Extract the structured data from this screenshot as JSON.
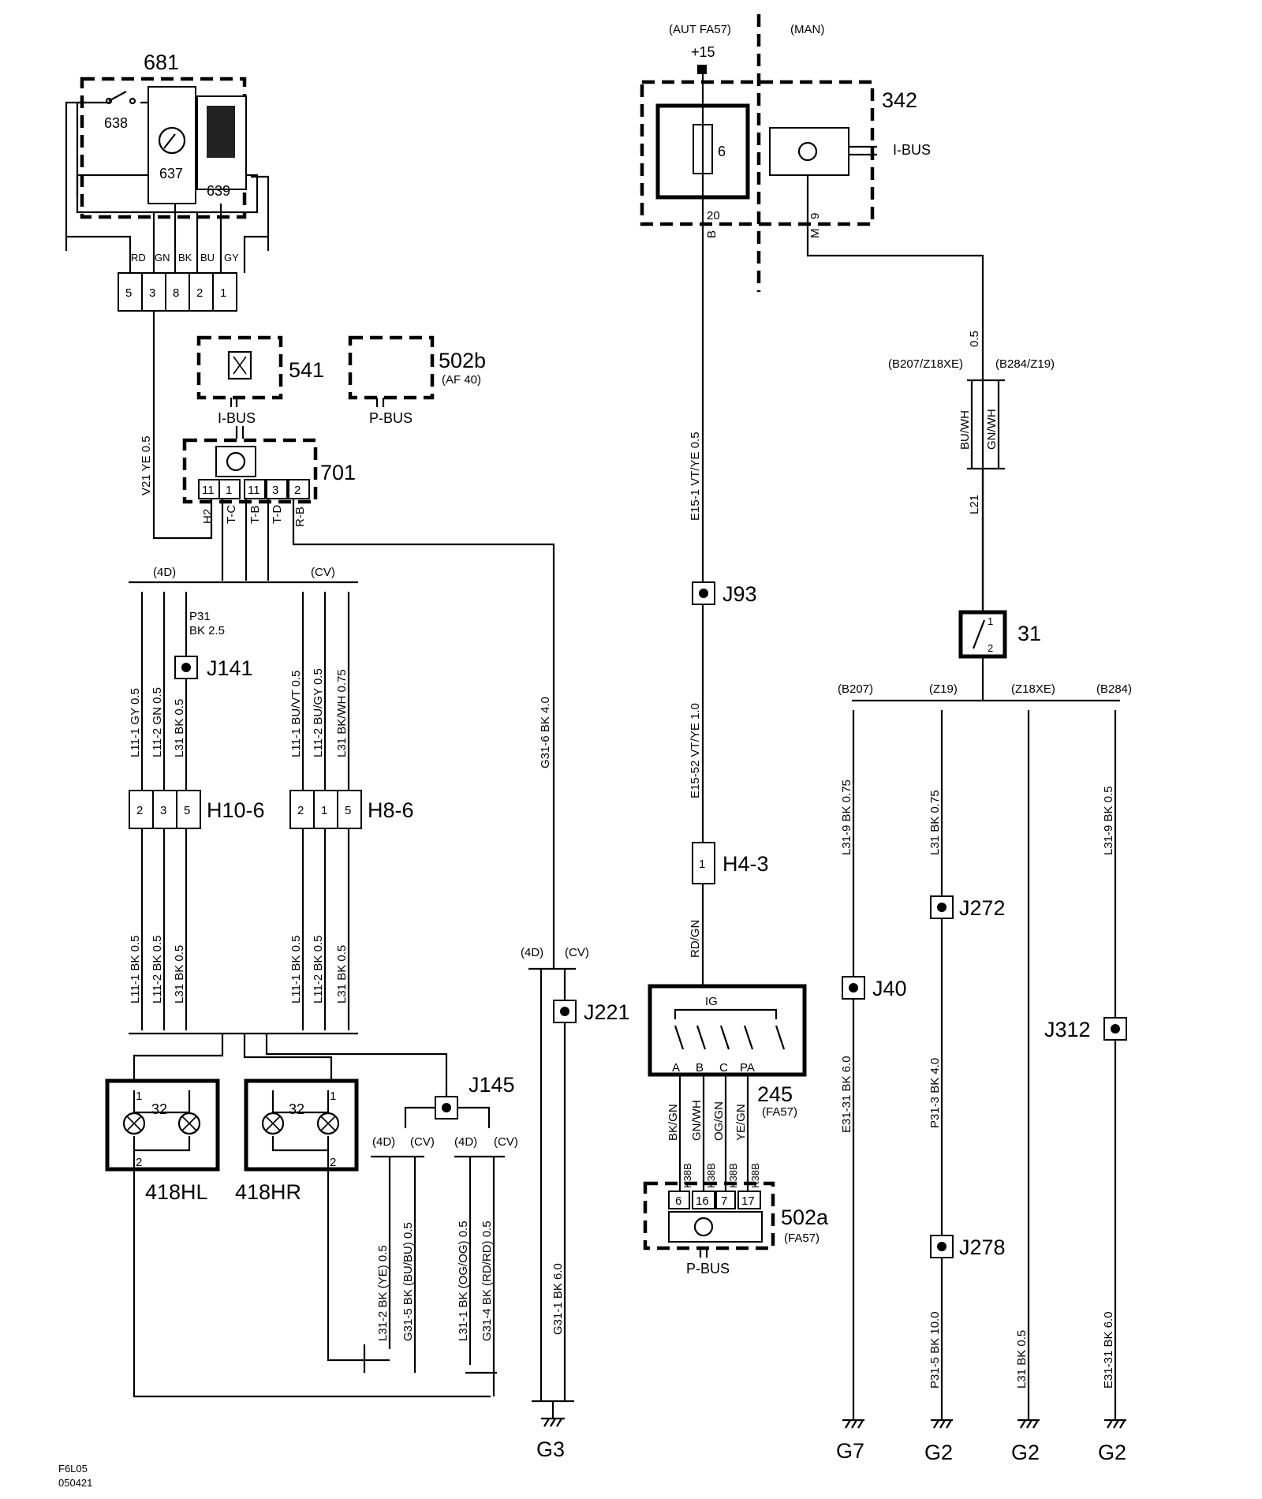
{
  "footer": {
    "code": "F6L05",
    "date": "050421"
  },
  "left": {
    "c681": "681",
    "c638": "638",
    "c637": "637",
    "c639": "639",
    "wires_top": [
      "RD",
      "GN",
      "BK",
      "BU",
      "GY"
    ],
    "conn_pins": [
      "5",
      "3",
      "8",
      "2",
      "1"
    ],
    "c541": "541",
    "c502b": "502b",
    "c502b_sub": "(AF 40)",
    "ibus": "I-BUS",
    "pbus": "P-BUS",
    "c701": "701",
    "v21": "V21  YE  0.5",
    "pins701": [
      "11",
      "1",
      "11",
      "3",
      "2"
    ],
    "sig701": [
      "H2",
      "T-C",
      "T-B",
      "T-D",
      "R-B"
    ],
    "v4d": "(4D)",
    "vcv": "(CV)",
    "p31": "P31",
    "p31b": "BK 2.5",
    "j141": "J141",
    "w_left_up": [
      "L11-1  GY  0.5",
      "L11-2  GN  0.5",
      "L31  BK  0.5"
    ],
    "w_right_up": [
      "L11-1  BU/VT  0.5",
      "L11-2  BU/GY  0.5",
      "L31  BK/WH  0.75"
    ],
    "h106": "H10-6",
    "h86": "H8-6",
    "h106_pins": [
      "2",
      "3",
      "5"
    ],
    "h86_pins": [
      "2",
      "1",
      "5"
    ],
    "w_left_dn": [
      "L11-1  BK  0.5",
      "L11-2  BK  0.5",
      "L31  BK  0.5"
    ],
    "w_right_dn": [
      "L11-1  BK  0.5",
      "L11-2  BK  0.5",
      "L31  BK  0.5"
    ],
    "g316": "G31-6  BK  4.0",
    "j145": "J145",
    "j221": "J221",
    "lamp": "32",
    "p1": "1",
    "p2": "2",
    "c418hl": "418HL",
    "c418hr": "418HR",
    "w_j145": [
      "L31-2  BK  (YE)  0.5",
      "G31-5  BK  (BU/BU)  0.5",
      "L31-1  BK  (OG/OG)  0.5",
      "G31-4  BK  (RD/RD)  0.5"
    ],
    "g311": "G31-1  BK  6.0",
    "g3": "G3"
  },
  "middle": {
    "aut": "(AUT FA57)",
    "man": "(MAN)",
    "p15": "+15",
    "c342": "342",
    "fuse": "6",
    "pin20": "20",
    "pinB": "B",
    "pin9": "9",
    "pinM": "M",
    "ibus": "I-BUS",
    "e151": "E15-1  VT/YE  0.5",
    "j93": "J93",
    "e1552": "E15-52  VT/YE  1.0",
    "h43": "H4-3",
    "h43pin": "1",
    "rdgn": "RD/GN",
    "ig": "IG",
    "sw": [
      "A",
      "B",
      "C",
      "PA"
    ],
    "c245": "245",
    "c245sub": "(FA57)",
    "wires245": [
      "BK/GN",
      "GN/WH",
      "OG/GN",
      "YE/GN"
    ],
    "k38b": "K38B",
    "pins502a": [
      "6",
      "16",
      "7",
      "17"
    ],
    "c502a": "502a",
    "c502asub": "(FA57)",
    "pbus": "P-BUS"
  },
  "right": {
    "w05": "0.5",
    "b207z18": "(B207/Z18XE)",
    "b284z19": "(B284/Z19)",
    "buwh": "BU/WH",
    "gnwh": "GN/WH",
    "l21": "L21",
    "c31": "31",
    "p1": "1",
    "p2": "2",
    "vars": [
      "(B207)",
      "(Z19)",
      "(Z18XE)",
      "(B284)"
    ],
    "w_up": [
      "L31-9  BK  0.75",
      "L31  BK  0.75",
      "L31-9  BK  0.5"
    ],
    "j40": "J40",
    "j272": "J272",
    "j312": "J312",
    "j278": "J278",
    "w_dn": [
      "E31-31  BK  6.0",
      "P31-3  BK  4.0",
      "P31-5  BK  10.0",
      "L31  BK  0.5",
      "E31-31  BK  6.0"
    ],
    "grounds": [
      "G7",
      "G2",
      "G2",
      "G2"
    ]
  }
}
